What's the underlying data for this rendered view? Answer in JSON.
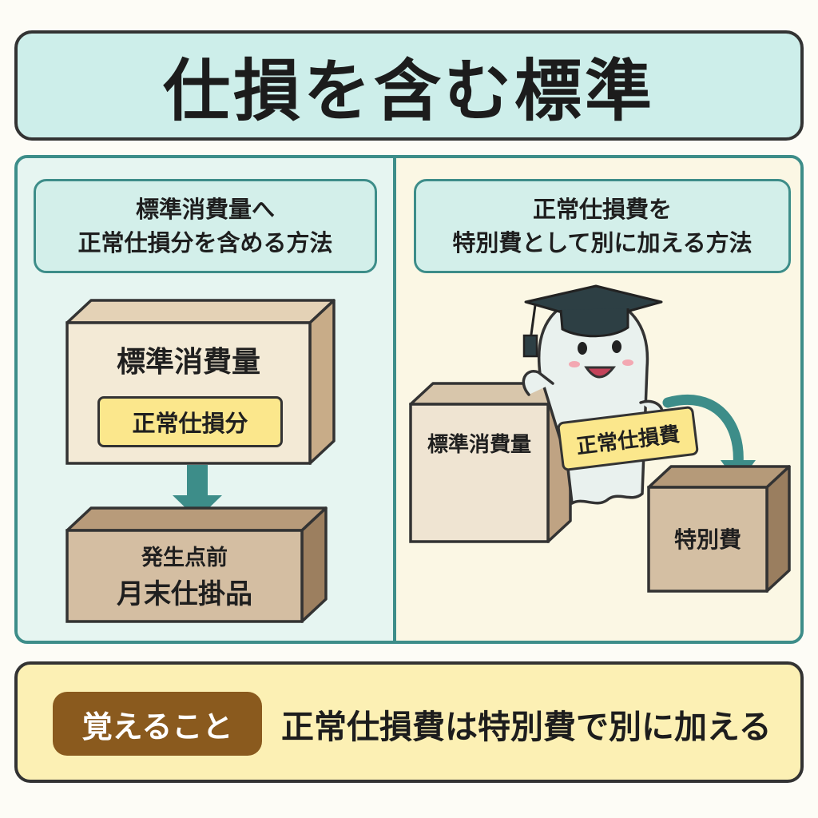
{
  "title": "仕損を含む標準",
  "left": {
    "heading_line1": "標準消費量へ",
    "heading_line2": "正常仕損分を含める方法",
    "box_top_label": "標準消費量",
    "box_top_tag": "正常仕損分",
    "box_bottom_line1": "発生点前",
    "box_bottom_line2": "月末仕掛品"
  },
  "right": {
    "heading_line1": "正常仕損費を",
    "heading_line2": "特別費として別に加える方法",
    "box_left_label": "標準消費量",
    "card_label": "正常仕損費",
    "box_right_label": "特別費"
  },
  "summary": {
    "tag": "覚えること",
    "text": "正常仕損費は特別費で別に加える"
  },
  "colors": {
    "teal": "#3d8d89",
    "box_light": "#f1e6d2",
    "box_dark": "#c9ad8c",
    "yellow": "#fbe78c",
    "brown_tag": "#8a5a1e"
  }
}
